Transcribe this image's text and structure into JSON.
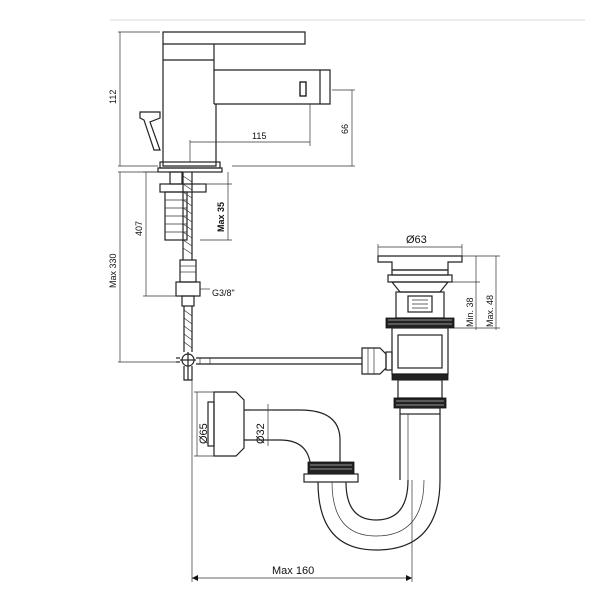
{
  "dimensions": {
    "d112": "112",
    "d66": "66",
    "d115": "115",
    "d407": "407",
    "max35": "Max 35",
    "max330": "Max 330",
    "g38": "G3/8\"",
    "d63": "Ø63",
    "min38": "Min. 38",
    "max48": "Max. 48",
    "d65": "Ø65",
    "d32": "Ø32",
    "max160": "Max 160"
  }
}
